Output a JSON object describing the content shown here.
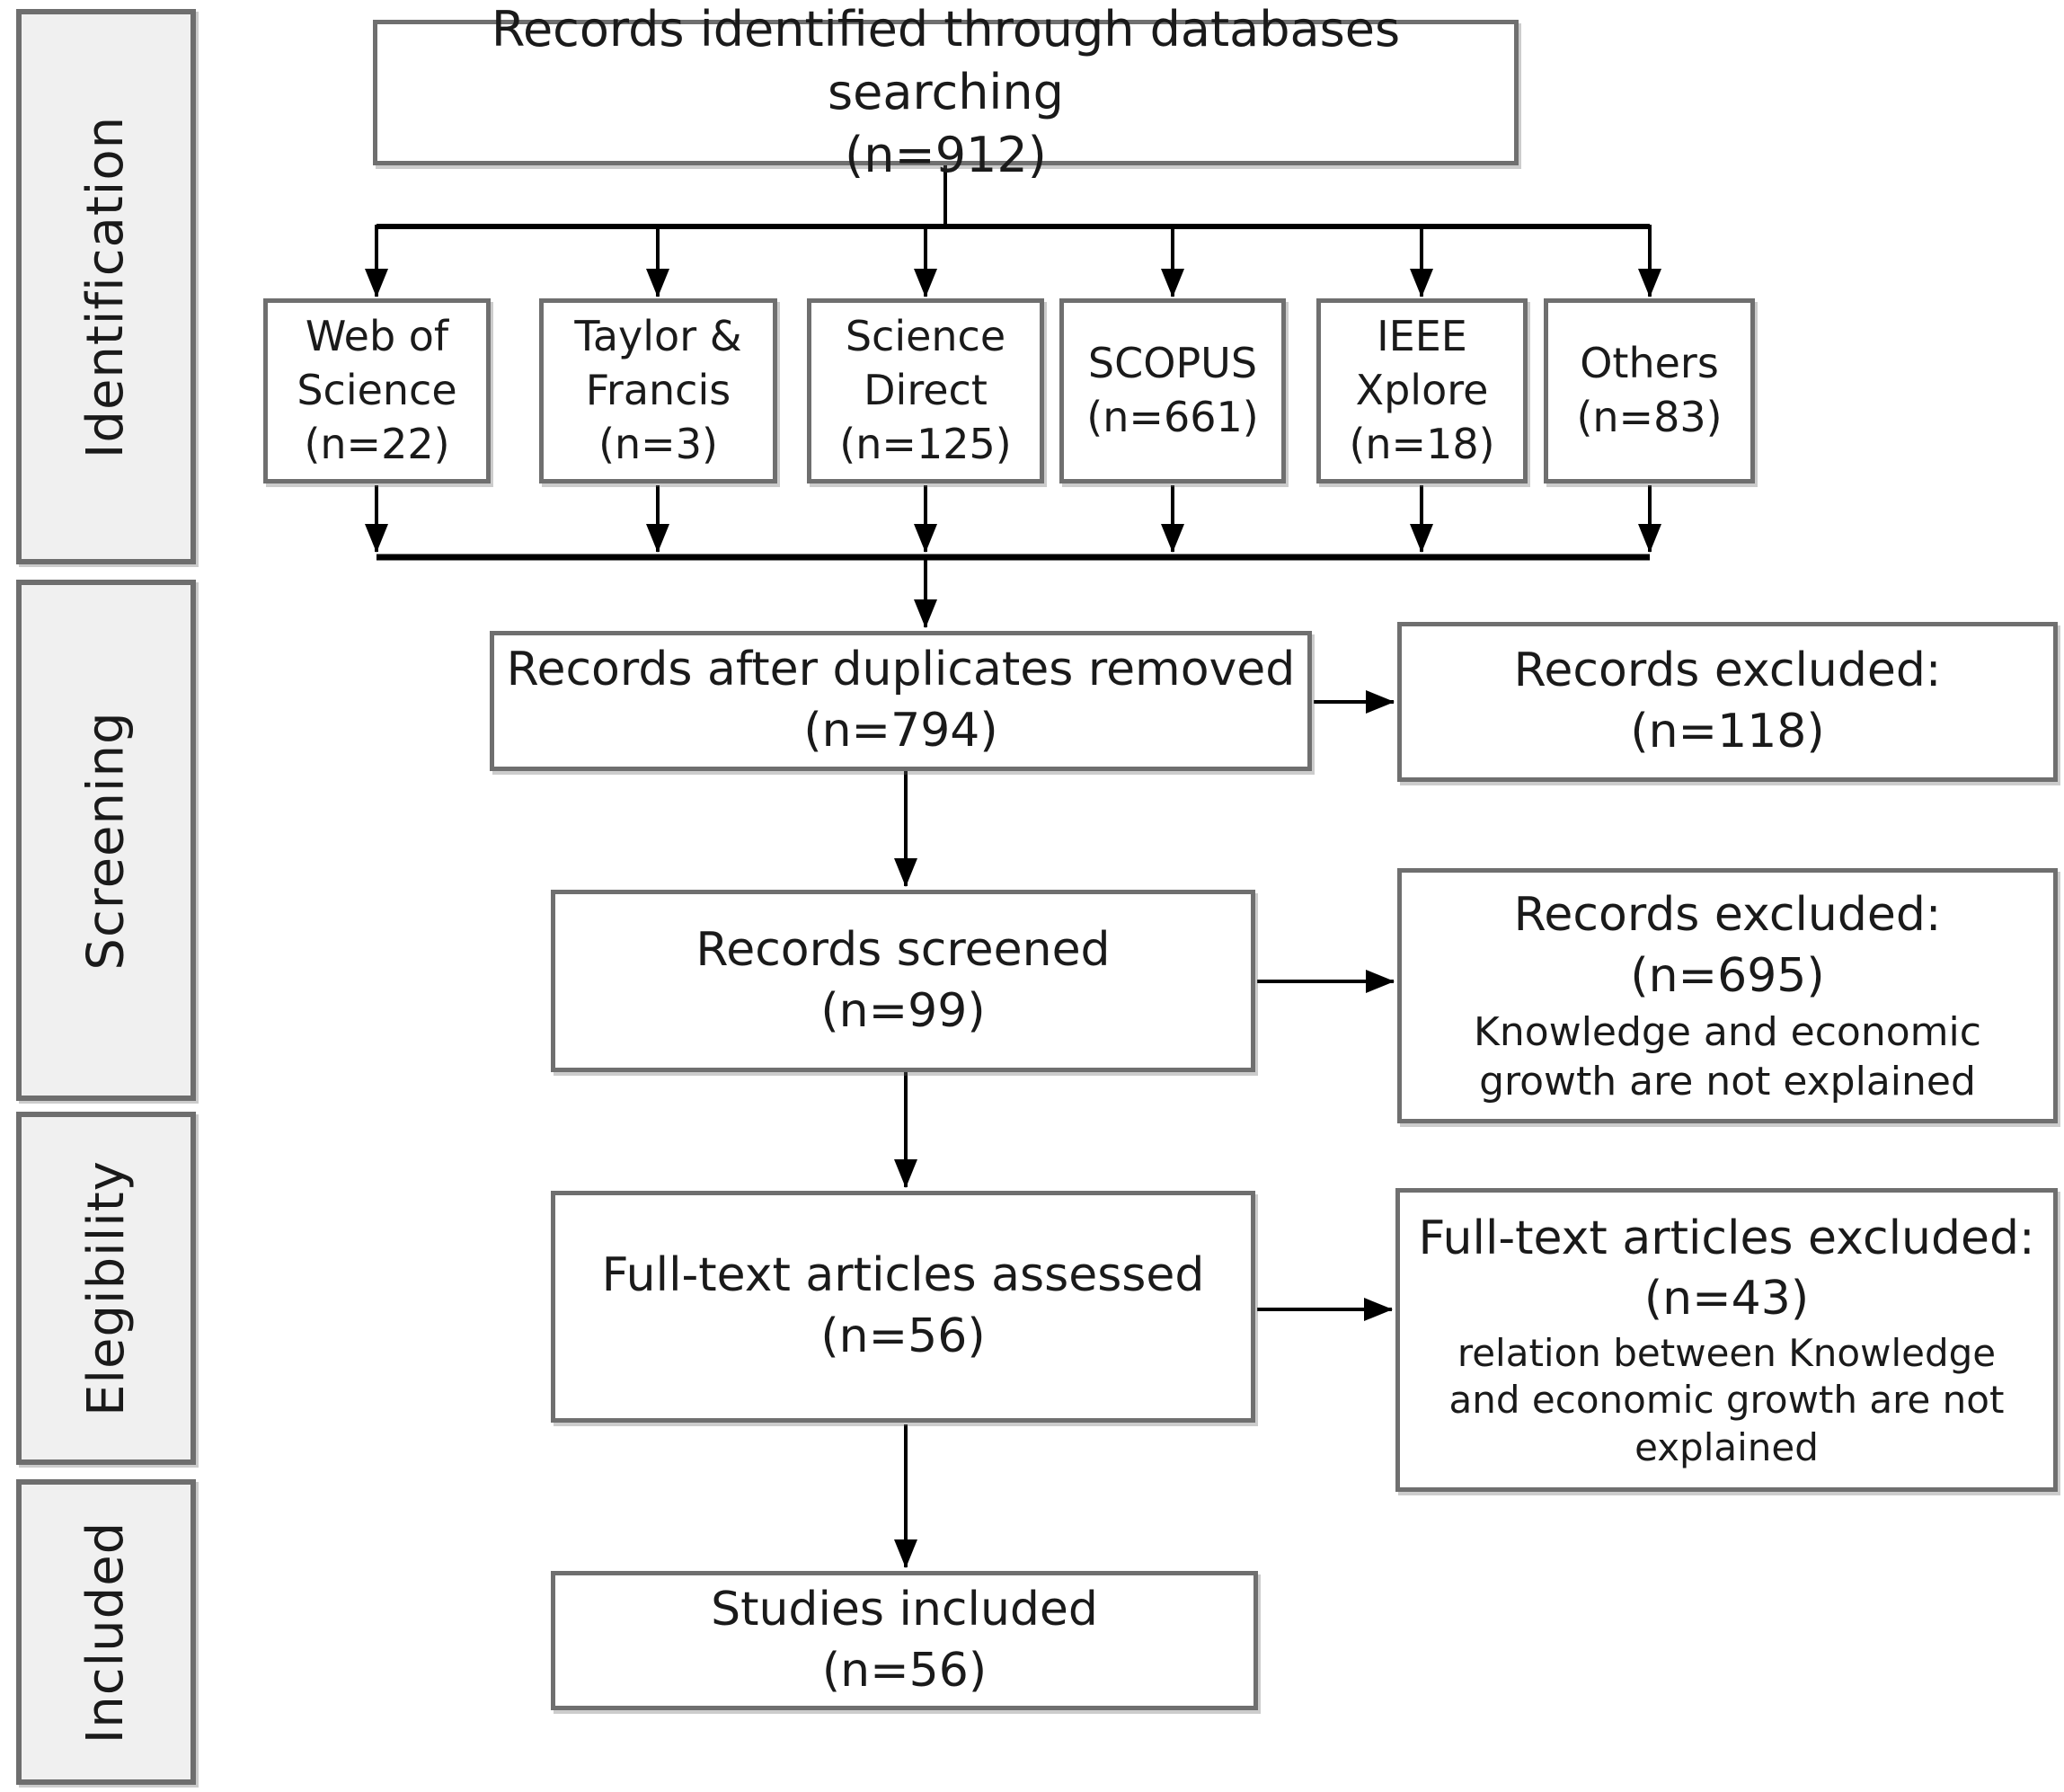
{
  "sidebar": {
    "stages": [
      {
        "label": "Identification"
      },
      {
        "label": "Screening"
      },
      {
        "label": "Elegibility"
      },
      {
        "label": "Included"
      }
    ]
  },
  "flow": {
    "identified": {
      "text": "Records identified through databases searching",
      "count": "(n=912)"
    },
    "sources": [
      {
        "name": "Web of Science",
        "count": "(n=22)"
      },
      {
        "name": "Taylor & Francis",
        "count": "(n=3)"
      },
      {
        "name": "Science Direct",
        "count": "(n=125)"
      },
      {
        "name": "SCOPUS",
        "count": "(n=661)"
      },
      {
        "name": "IEEE Xplore",
        "count": "(n=18)"
      },
      {
        "name": "Others",
        "count": "(n=83)"
      }
    ],
    "duplicates_removed": {
      "text": "Records after duplicates removed",
      "count": "(n=794)"
    },
    "records_excluded_1": {
      "title": "Records excluded:",
      "count": "(n=118)"
    },
    "screened": {
      "text": "Records screened",
      "count": "(n=99)"
    },
    "records_excluded_2": {
      "title": "Records excluded:",
      "count": "(n=695)",
      "reason": "Knowledge and economic growth are not explained"
    },
    "fulltext_assessed": {
      "text": "Full-text articles assessed",
      "count": "(n=56)"
    },
    "fulltext_excluded": {
      "title": "Full-text articles excluded:",
      "count": "(n=43)",
      "reason": "relation between Knowledge and economic growth are not explained"
    },
    "included": {
      "text": "Studies included",
      "count": "(n=56)"
    }
  },
  "colors": {
    "box_border": "#6f6f6f",
    "sidebar_fill": "#f0f0f0",
    "box_fill": "#ffffff",
    "text": "#1a1a1a",
    "arrow": "#000000"
  }
}
